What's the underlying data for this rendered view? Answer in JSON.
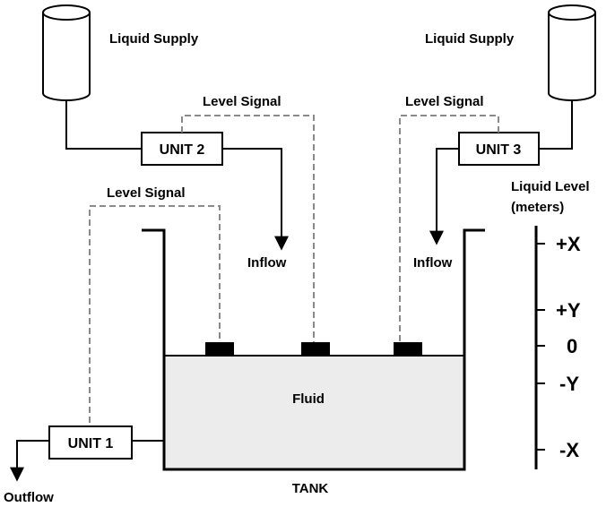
{
  "supplies": {
    "left_label": "Liquid Supply",
    "right_label": "Liquid Supply"
  },
  "units": {
    "unit1": "UNIT 1",
    "unit2": "UNIT 2",
    "unit3": "UNIT 3"
  },
  "signals": {
    "unit1": "Level Signal",
    "unit2": "Level Signal",
    "unit3": "Level Signal"
  },
  "flows": {
    "inflow_left": "Inflow",
    "inflow_right": "Inflow",
    "outflow": "Outflow"
  },
  "tank": {
    "fluid_label": "Fluid",
    "tank_label": "TANK"
  },
  "scale": {
    "title_line1": "Liquid Level",
    "title_line2": "(meters)",
    "ticks": [
      "+X",
      "+Y",
      "0",
      "-Y",
      "-X"
    ]
  }
}
